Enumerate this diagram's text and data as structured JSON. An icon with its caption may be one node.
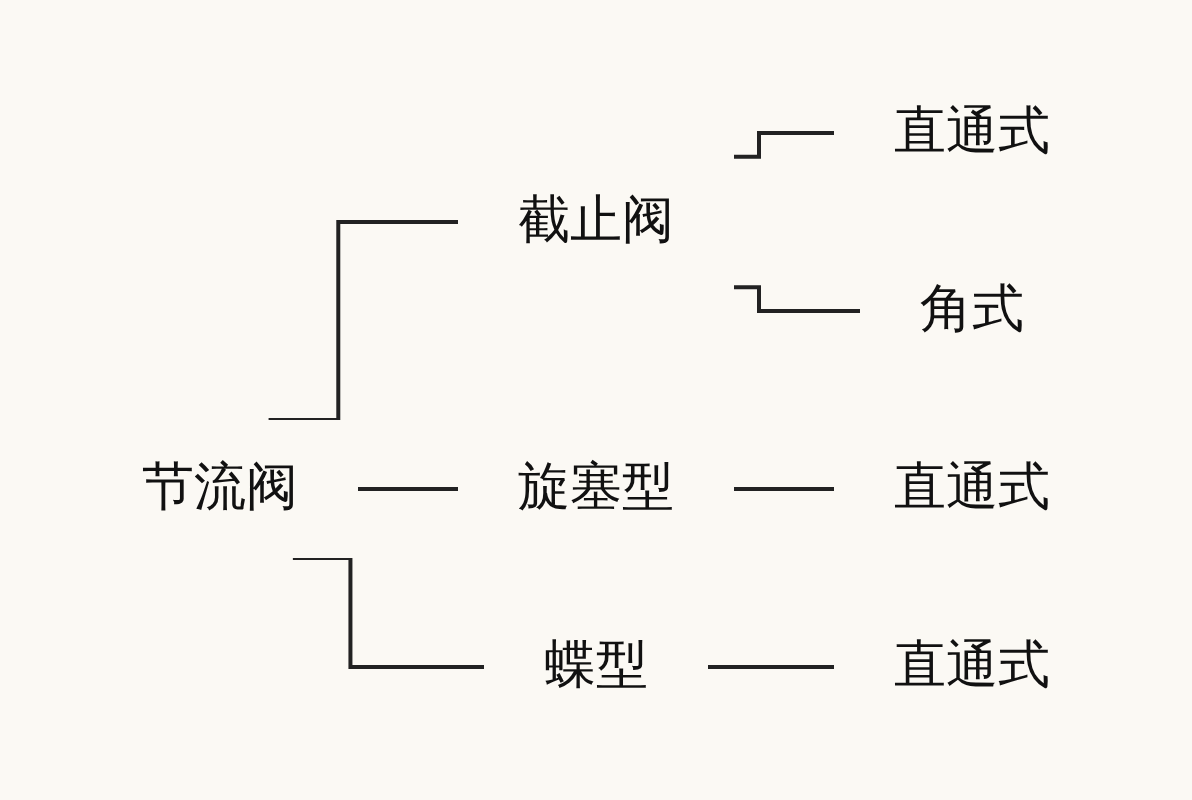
{
  "diagram": {
    "nodes": [
      {
        "text": [
          "节流阀"
        ]
      },
      {
        "text": [
          "截止阀"
        ]
      },
      {
        "text": [
          "直通式"
        ]
      },
      {
        "text": [
          "角式"
        ]
      },
      {
        "text": [
          "旋塞型"
        ]
      },
      {
        "text": [
          "直通式"
        ]
      },
      {
        "text": [
          "蝶型"
        ]
      },
      {
        "text": [
          "直通式"
        ]
      }
    ],
    "edges": [
      {
        "from": 0,
        "to": 1,
        "arrow": "none"
      },
      {
        "from": 1,
        "to": 2,
        "arrow": "none"
      },
      {
        "from": 1,
        "to": 3,
        "arrow": "none"
      },
      {
        "from": 0,
        "to": 4,
        "arrow": "none"
      },
      {
        "from": 4,
        "to": 5,
        "arrow": "none"
      },
      {
        "from": 0,
        "to": 6,
        "arrow": "none"
      },
      {
        "from": 6,
        "to": 7,
        "arrow": "none"
      }
    ]
  }
}
